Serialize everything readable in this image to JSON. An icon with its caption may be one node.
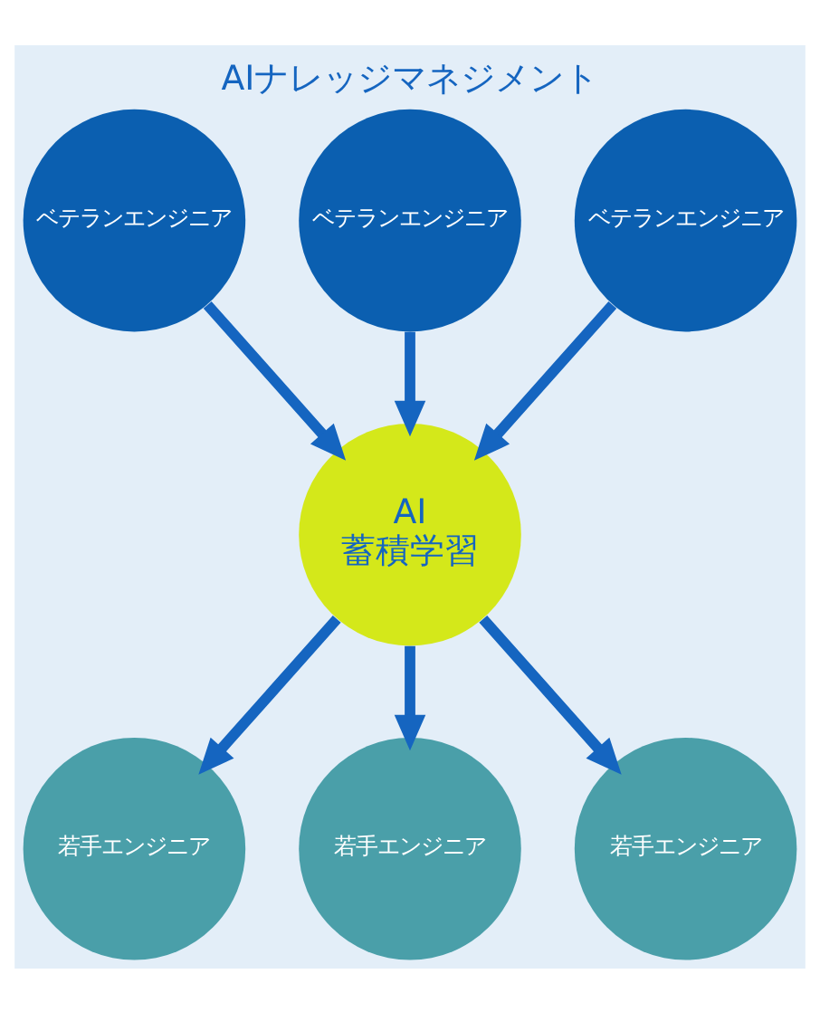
{
  "diagram": {
    "title": "AIナレッジマネジメント",
    "nodes": [
      {
        "text": [
          "ベテランエンジニア"
        ]
      },
      {
        "text": [
          "ベテランエンジニア"
        ]
      },
      {
        "text": [
          "ベテランエンジニア"
        ]
      },
      {
        "text": [
          "AI",
          "蓄積学習"
        ]
      },
      {
        "text": [
          "若手エンジニア"
        ]
      },
      {
        "text": [
          "若手エンジニア"
        ]
      },
      {
        "text": [
          "若手エンジニア"
        ]
      }
    ],
    "edges": [
      {
        "from": 0,
        "to": 3,
        "arrow": "to"
      },
      {
        "from": 1,
        "to": 3,
        "arrow": "to"
      },
      {
        "from": 2,
        "to": 3,
        "arrow": "to"
      },
      {
        "from": 3,
        "to": 4,
        "arrow": "to"
      },
      {
        "from": 3,
        "to": 5,
        "arrow": "to"
      },
      {
        "from": 3,
        "to": 6,
        "arrow": "to"
      }
    ]
  }
}
